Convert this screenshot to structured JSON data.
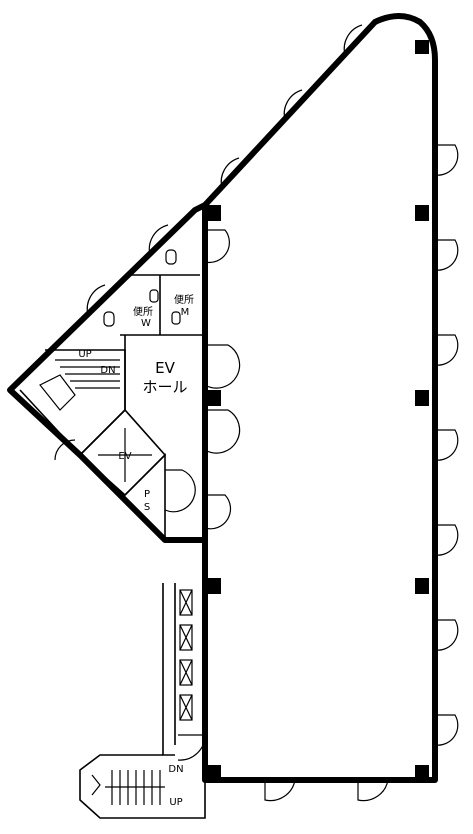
{
  "labels": {
    "ev_hall_line1": "EV",
    "ev_hall_line2": "ホール",
    "elevator": "EV",
    "toilet_w_line1": "便所",
    "toilet_w_line2": "W",
    "toilet_m_line1": "便所",
    "toilet_m_line2": "M",
    "ps_line1": "P",
    "ps_line2": "S",
    "stair_upper_up": "UP",
    "stair_upper_dn": "DN",
    "stair_lower_dn": "DN",
    "stair_lower_up": "UP"
  }
}
